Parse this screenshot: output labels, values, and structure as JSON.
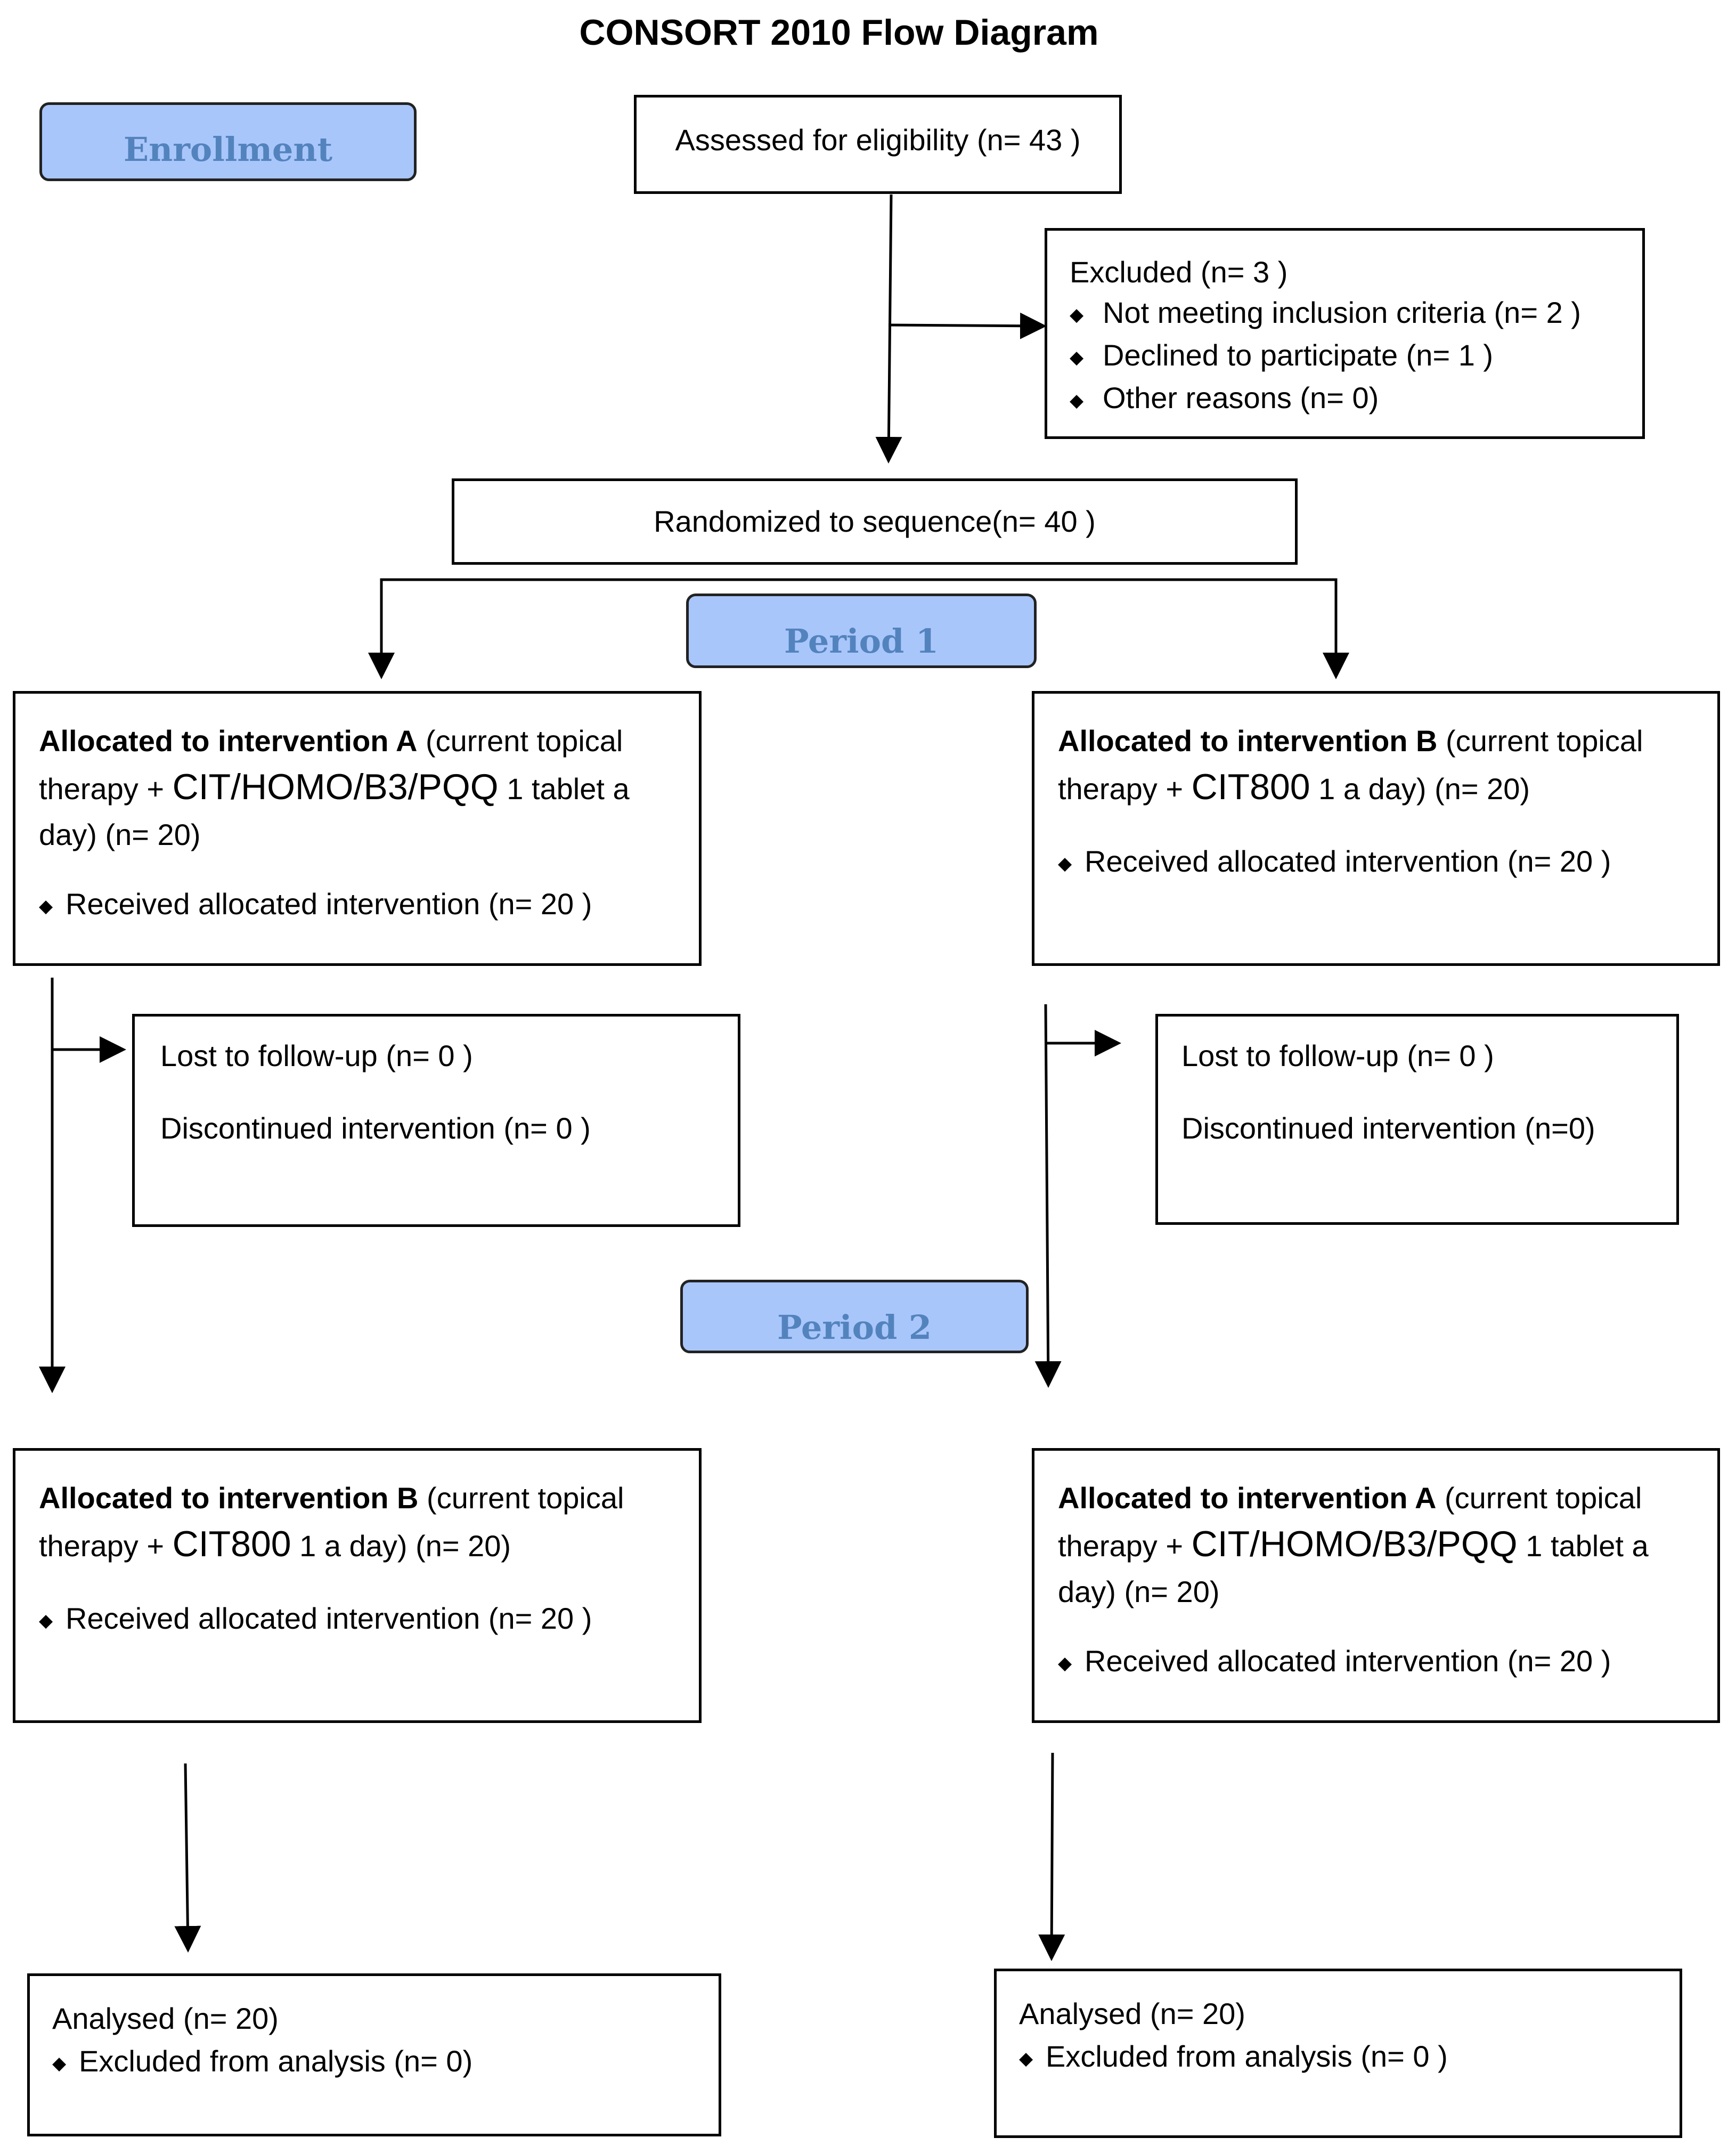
{
  "title": "CONSORT 2010 Flow Diagram",
  "stages": {
    "enrollment": "Enrollment",
    "period1": "Period 1",
    "period2": "Period 2"
  },
  "assessed": "Assessed for eligibility (n= 43 )",
  "excluded": {
    "heading": "Excluded  (n= 3 )",
    "items": [
      "Not meeting inclusion criteria (n= 2 )",
      "Declined to participate (n= 1 )",
      "Other reasons (n= 0)"
    ]
  },
  "randomized": "Randomized to sequence(n= 40 )",
  "bullet": "◆",
  "p1_left": {
    "bold": "Allocated to intervention A",
    "l1_rest": " (current topical",
    "l2_a": "therapy + ",
    "l2_big": "CIT/HOMO/B3/PQQ",
    "l2_b": " 1 tablet a",
    "l3": "day) (n= 20)",
    "received": "Received allocated intervention (n= 20 )"
  },
  "p1_right": {
    "bold": "Allocated to intervention B",
    "l1_rest": " (current topical",
    "l2_a": "therapy + ",
    "l2_big": "CIT800",
    "l2_b": " 1 a day) (n= 20)",
    "received": "Received allocated intervention (n= 20 )"
  },
  "lost_left": {
    "lost": "Lost to follow-up (n= 0 )",
    "discontinued": "Discontinued intervention (n= 0 )"
  },
  "lost_right": {
    "lost": "Lost to follow-up (n= 0 )",
    "discontinued": "Discontinued intervention (n=0)"
  },
  "p2_left": {
    "bold": "Allocated to intervention B",
    "l1_rest": " (current topical",
    "l2_a": "therapy + ",
    "l2_big": "CIT800",
    "l2_b": " 1 a day) (n= 20)",
    "received": "Received allocated intervention (n= 20 )"
  },
  "p2_right": {
    "bold": "Allocated to intervention A",
    "l1_rest": " (current topical",
    "l2_a": "therapy + ",
    "l2_big": "CIT/HOMO/B3/PQQ",
    "l2_b": " 1 tablet a",
    "l3": "day) (n= 20)",
    "received": "Received allocated intervention (n= 20 )"
  },
  "analysed_left": {
    "heading": "Analysed  (n= 20)",
    "excluded": "Excluded from analysis (n=  0)"
  },
  "analysed_right": {
    "heading": "Analysed  (n= 20)",
    "excluded": "Excluded from analysis (n= 0 )"
  }
}
